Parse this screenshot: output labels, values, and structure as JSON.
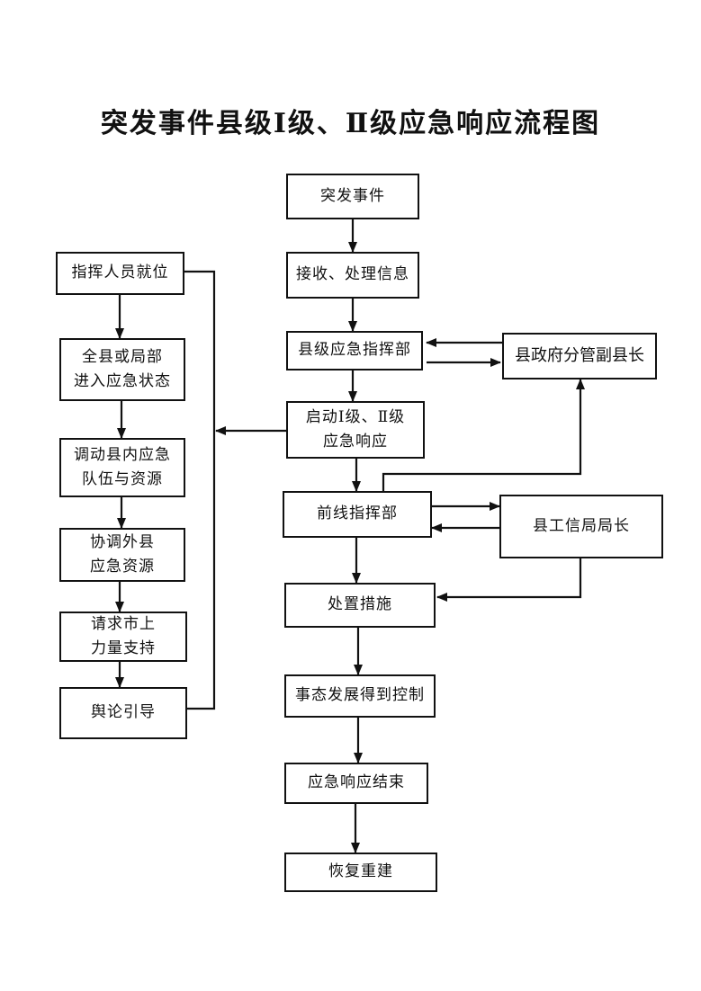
{
  "title": "突发事件县级Ⅰ级、Ⅱ级应急响应流程图",
  "main_flow": {
    "event": "突发事件",
    "receive": "接收、处理信息",
    "county_command": "县级应急指挥部",
    "activate": "启动Ⅰ级、Ⅱ级\n应急响应",
    "frontline": "前线指挥部",
    "measures": "处置措施",
    "controlled": "事态发展得到控制",
    "end": "应急响应结束",
    "recovery": "恢复重建"
  },
  "side": {
    "deputy_head": "县政府分管副县长",
    "bureau_chief": "县工信局局长"
  },
  "left_flow": {
    "commanders": "指挥人员就位",
    "emergency_state": "全县或局部\n进入应急状态",
    "mobilize": "调动县内应急\n队伍与资源",
    "coordinate": "协调外县\n应急资源",
    "request": "请求市上\n力量支持",
    "opinion": "舆论引导"
  }
}
